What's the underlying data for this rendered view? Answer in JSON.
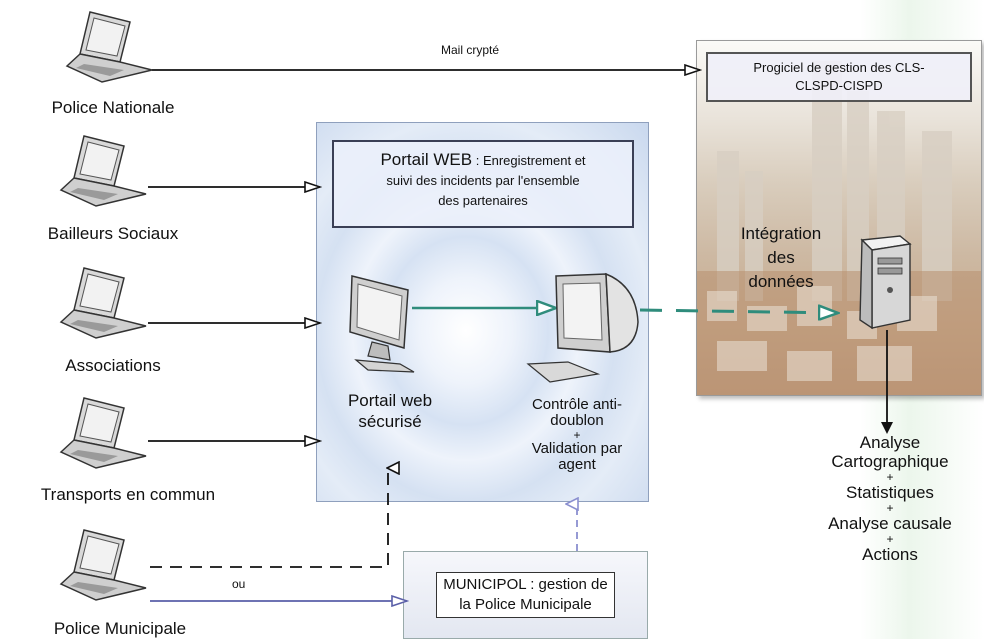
{
  "sources": [
    {
      "label": "Police Nationale"
    },
    {
      "label": "Bailleurs Sociaux"
    },
    {
      "label": "Associations"
    },
    {
      "label": "Transports en commun"
    },
    {
      "label": "Police Municipale"
    }
  ],
  "edge_labels": {
    "mail": "Mail crypté",
    "ou": "ou"
  },
  "progiciel": {
    "line1": "Progiciel de gestion des CLS-",
    "line2": "CLSPD-CISPD"
  },
  "portail": {
    "title": "Portail WEB",
    "colon": " : ",
    "desc1": "Enregistrement et",
    "desc2": "suivi des incidents par l'ensemble",
    "desc3": "des partenaires"
  },
  "portail_web": {
    "line1": "Portail web",
    "line2": "sécurisé"
  },
  "controle": {
    "line1": "Contrôle anti-",
    "line2": "doublon",
    "plus": "+",
    "line3": "Validation par",
    "line4": "agent"
  },
  "integration": {
    "line1": "Intégration",
    "line2": "des",
    "line3": "données"
  },
  "municipol": {
    "line1": "MUNICIPOL : gestion de",
    "line2": "la Police Municipale"
  },
  "results": {
    "r1": "Analyse",
    "r2": "Cartographique",
    "p1": "+",
    "r3": "Statistiques",
    "p2": "+",
    "r4": "Analyse causale",
    "p3": "+",
    "r5": "Actions"
  },
  "colors": {
    "teal": "#2f8c7c",
    "blue_line": "#5a5fa8",
    "dash_blue": "#8a8fd0"
  }
}
